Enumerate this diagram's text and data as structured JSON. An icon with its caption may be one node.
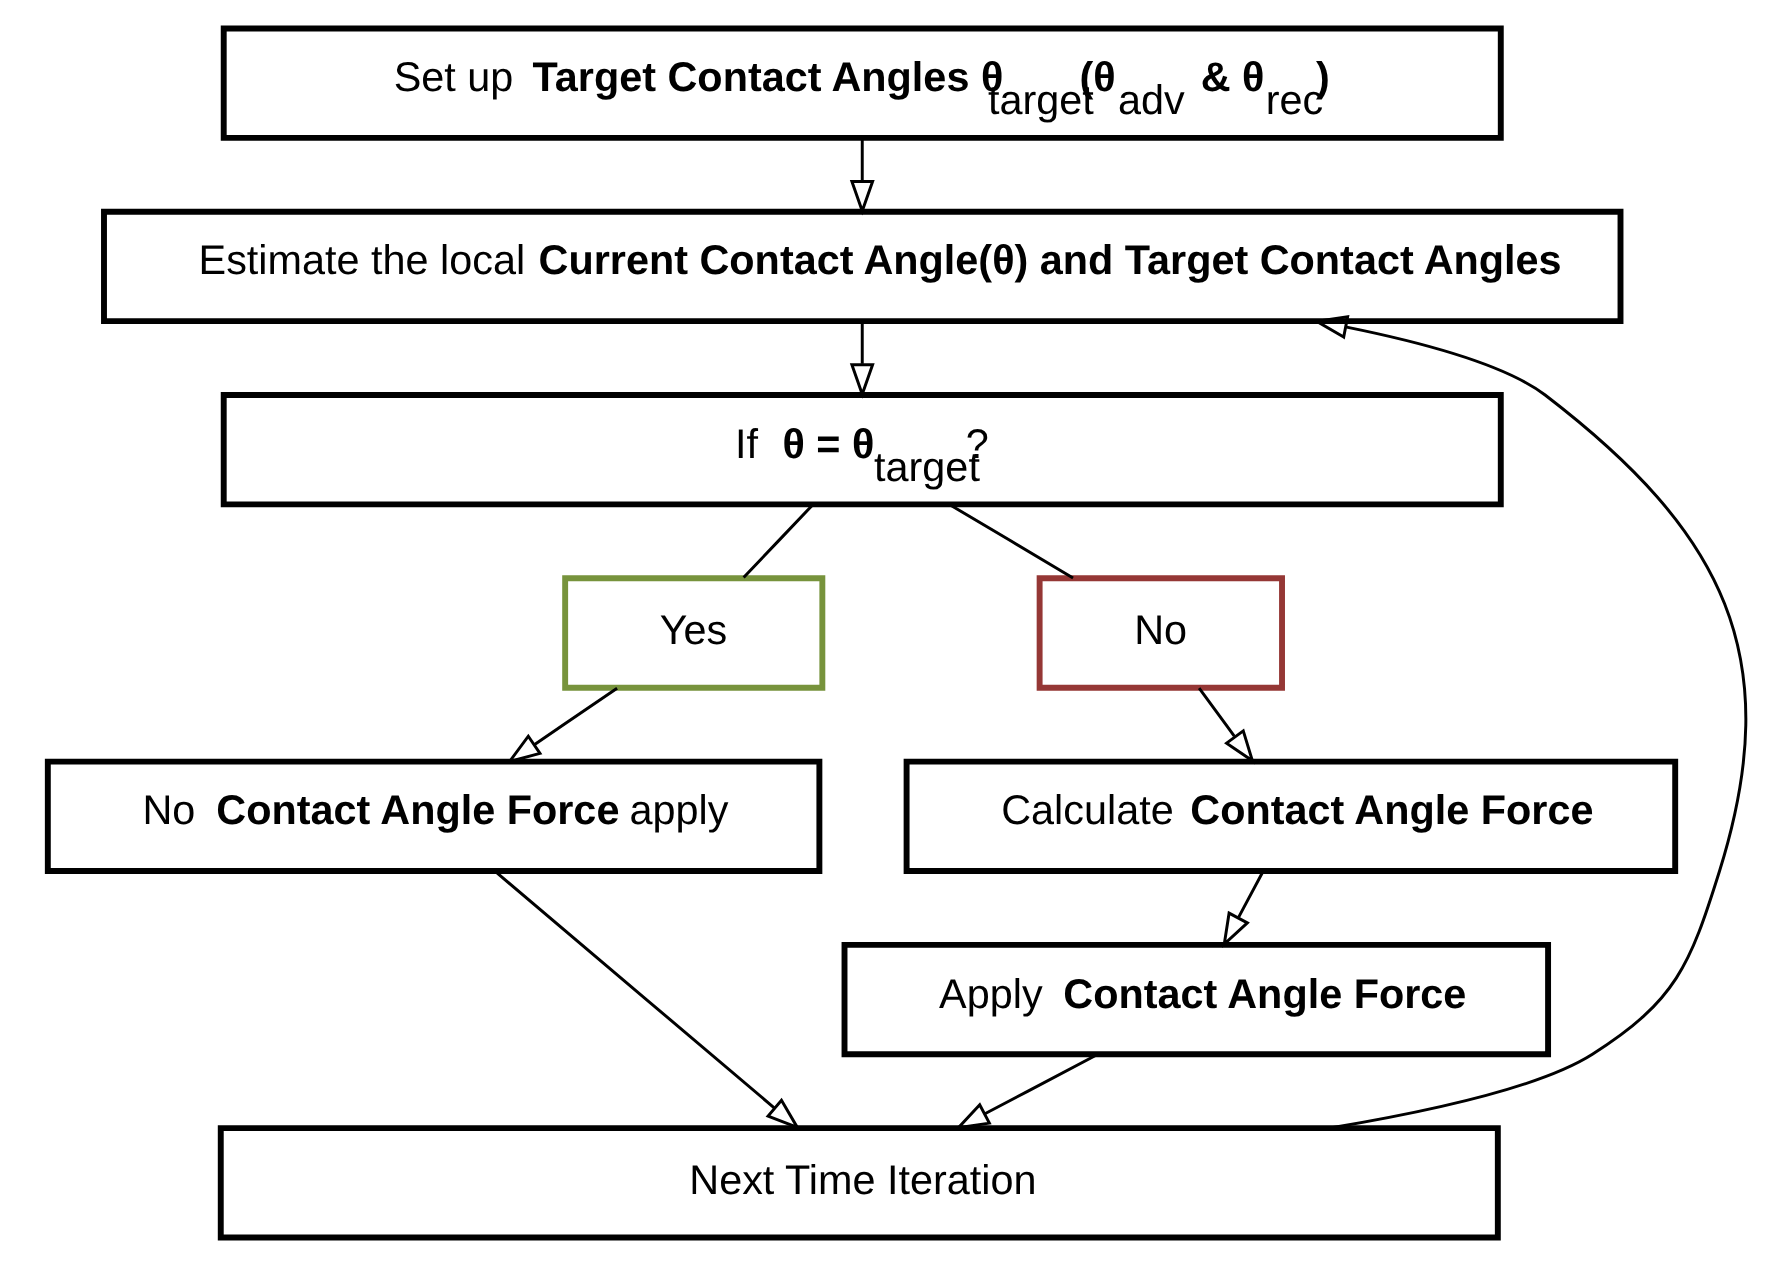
{
  "diagram": {
    "nodes": [
      {
        "text": [
          "Set up **Target Contact Angles θ**$_{target}$**(θ**$_{adv}$ **& θ**$_{rec}$**)**"
        ]
      },
      {
        "text": [
          "Estimate the local **Current Contact Angle(θ) and Target Contact Angles**"
        ]
      },
      {
        "text": [
          "If **θ = θ**$_{target}$?"
        ]
      },
      {
        "text": [
          "Yes"
        ]
      },
      {
        "text": [
          "No"
        ]
      },
      {
        "text": [
          "No **Contact Angle Force** apply"
        ]
      },
      {
        "text": [
          "Calculate **Contact Angle Force**"
        ]
      },
      {
        "text": [
          "Apply **Contact Angle Force**"
        ]
      },
      {
        "text": [
          "Next Time Iteration"
        ]
      }
    ],
    "edges": [
      {
        "from": 0,
        "to": 1,
        "arrow": "to"
      },
      {
        "from": 1,
        "to": 2,
        "arrow": "to"
      },
      {
        "from": 2,
        "to": 3,
        "arrow": "none"
      },
      {
        "from": 3,
        "to": 5,
        "arrow": "to"
      },
      {
        "from": 2,
        "to": 4,
        "arrow": "none"
      },
      {
        "from": 4,
        "to": 6,
        "arrow": "to"
      },
      {
        "from": 6,
        "to": 7,
        "arrow": "to"
      },
      {
        "from": 5,
        "to": 8,
        "arrow": "to"
      },
      {
        "from": 7,
        "to": 8,
        "arrow": "to"
      },
      {
        "from": 8,
        "to": 1,
        "arrow": "to"
      }
    ]
  }
}
